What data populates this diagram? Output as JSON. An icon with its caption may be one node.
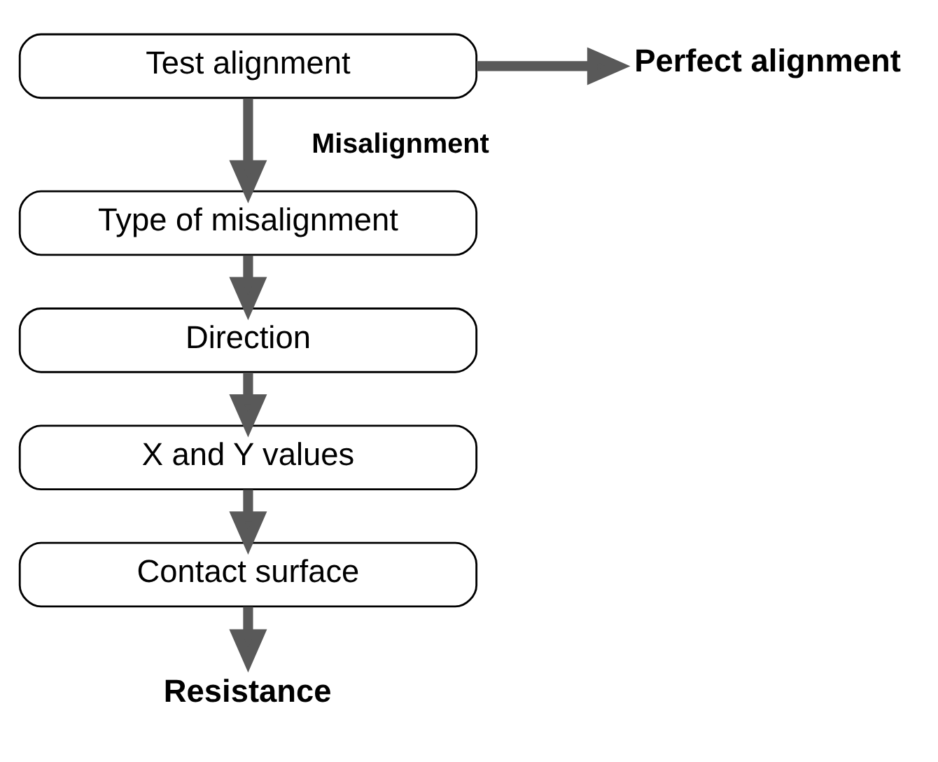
{
  "diagram": {
    "nodes": [
      {
        "text": [
          "Test alignment"
        ]
      },
      {
        "text": [
          "Perfect alignment"
        ]
      },
      {
        "text": [
          "Type of misalignment"
        ]
      },
      {
        "text": [
          "Direction"
        ]
      },
      {
        "text": [
          "X and Y values"
        ]
      },
      {
        "text": [
          "Contact surface"
        ]
      },
      {
        "text": [
          "Resistance"
        ]
      }
    ],
    "edges": [
      {
        "from": 0,
        "to": 1,
        "arrow": "to"
      },
      {
        "from": 0,
        "to": 2,
        "arrow": "to",
        "label": "Misalignment"
      },
      {
        "from": 2,
        "to": 3,
        "arrow": "to"
      },
      {
        "from": 3,
        "to": 4,
        "arrow": "to"
      },
      {
        "from": 4,
        "to": 5,
        "arrow": "to"
      },
      {
        "from": 5,
        "to": 6,
        "arrow": "to"
      }
    ]
  }
}
